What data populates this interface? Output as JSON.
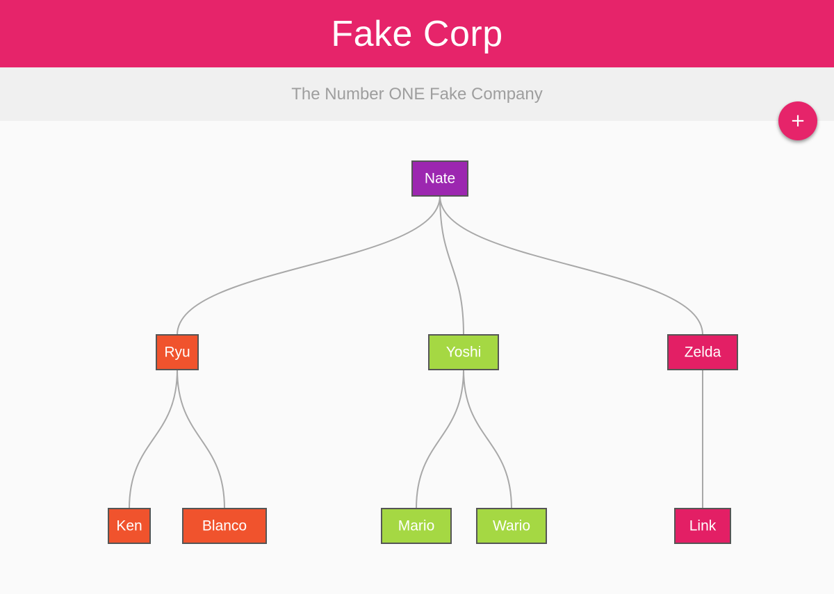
{
  "header": {
    "title": "Fake Corp",
    "background_color": "#e6246a"
  },
  "subheader": {
    "tagline": "The Number ONE Fake Company"
  },
  "add_button": {
    "label": "+",
    "icon": "plus-icon",
    "color": "#e6246a"
  },
  "org_chart": {
    "groups": {
      "root": "#9c27b0",
      "ryu": "#f0532d",
      "yoshi": "#a5d843",
      "zelda": "#e31f65"
    },
    "nodes": [
      {
        "id": "nate",
        "name": "Nate",
        "group": "root",
        "parent": null
      },
      {
        "id": "ryu",
        "name": "Ryu",
        "group": "ryu",
        "parent": "nate"
      },
      {
        "id": "yoshi",
        "name": "Yoshi",
        "group": "yoshi",
        "parent": "nate"
      },
      {
        "id": "zelda",
        "name": "Zelda",
        "group": "zelda",
        "parent": "nate"
      },
      {
        "id": "ken",
        "name": "Ken",
        "group": "ryu",
        "parent": "ryu"
      },
      {
        "id": "blanco",
        "name": "Blanco",
        "group": "ryu",
        "parent": "ryu"
      },
      {
        "id": "mario",
        "name": "Mario",
        "group": "yoshi",
        "parent": "yoshi"
      },
      {
        "id": "wario",
        "name": "Wario",
        "group": "yoshi",
        "parent": "yoshi"
      },
      {
        "id": "link",
        "name": "Link",
        "group": "zelda",
        "parent": "zelda"
      }
    ]
  }
}
